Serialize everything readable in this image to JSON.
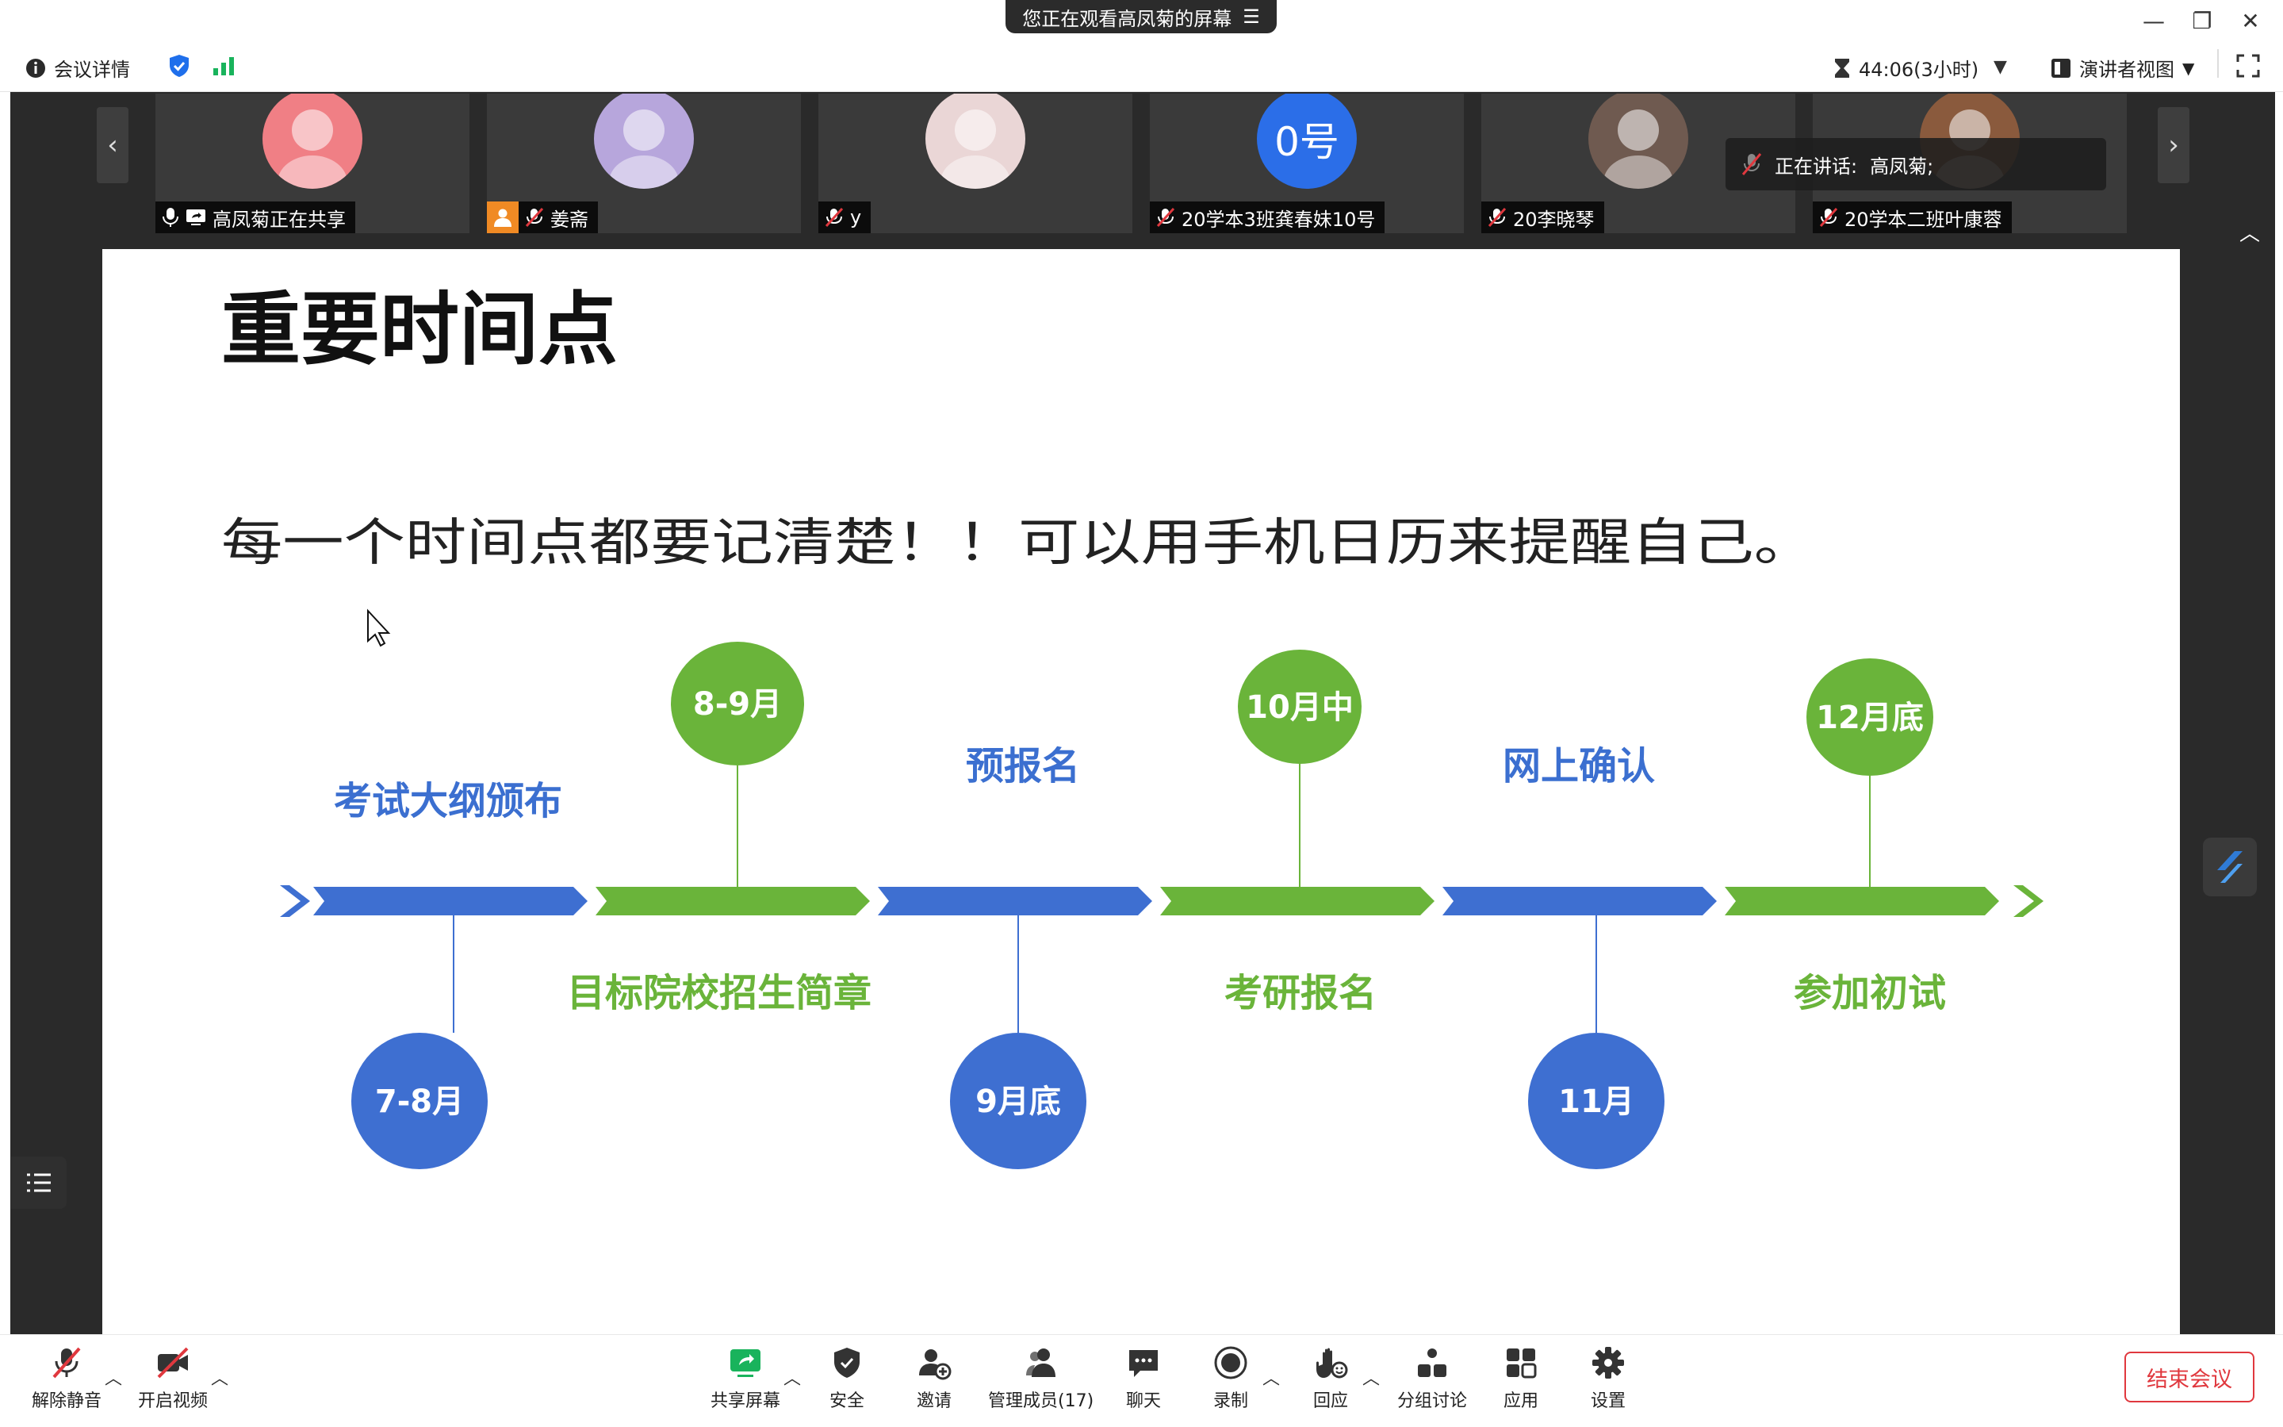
{
  "window": {
    "sharing_banner": "您正在观看高凤菊的屏幕",
    "min_glyph": "—",
    "restore_glyph": "❐",
    "close_glyph": "✕"
  },
  "infobar": {
    "meeting_details": "会议详情",
    "timer": "44:06(3小时)",
    "view_mode": "演讲者视图"
  },
  "participants": [
    {
      "name": "高凤菊正在共享",
      "avatar_color": "#f07f85",
      "avatar_text": ""
    },
    {
      "name": "姜斋",
      "avatar_color": "#b7a6dc",
      "avatar_text": ""
    },
    {
      "name": "y",
      "avatar_color": "#ead6d6",
      "avatar_text": ""
    },
    {
      "name": "20学本3班龚春妹10号",
      "avatar_color": "#2b6ee8",
      "avatar_text": "0号"
    },
    {
      "name": "20李晓琴",
      "avatar_color": "#6f5a50",
      "avatar_text": ""
    },
    {
      "name": "20学本二班叶康蓉",
      "avatar_color": "#8a5a3d",
      "avatar_text": ""
    }
  ],
  "speaking": {
    "label": "正在讲话:",
    "name": "高凤菊;"
  },
  "slide": {
    "title": "重要时间点",
    "subtitle": "每一个时间点都要记清楚！！可以用手机日历来提醒自己。",
    "milestones_top": [
      {
        "date": "8-9月",
        "event": "考试大纲颁布"
      },
      {
        "date": "10月中",
        "event": "预报名"
      },
      {
        "date": "12月底",
        "event": "网上确认"
      }
    ],
    "milestones_bottom": [
      {
        "date": "7-8月",
        "event": "目标院校招生简章"
      },
      {
        "date": "9月底",
        "event": "考研报名"
      },
      {
        "date": "11月",
        "event": "参加初试"
      }
    ],
    "colors": {
      "blue": "#3e6fd1",
      "green": "#6ab43a",
      "blue_label": "#3b6fd0",
      "green_label": "#6ab43a"
    }
  },
  "toolbar": {
    "unmute": "解除静音",
    "start_video": "开启视频",
    "share_screen": "共享屏幕",
    "security": "安全",
    "invite": "邀请",
    "participants": "管理成员(17)",
    "chat": "聊天",
    "record": "录制",
    "reactions": "回应",
    "breakout": "分组讨论",
    "apps": "应用",
    "settings": "设置",
    "end_meeting": "结束会议"
  }
}
